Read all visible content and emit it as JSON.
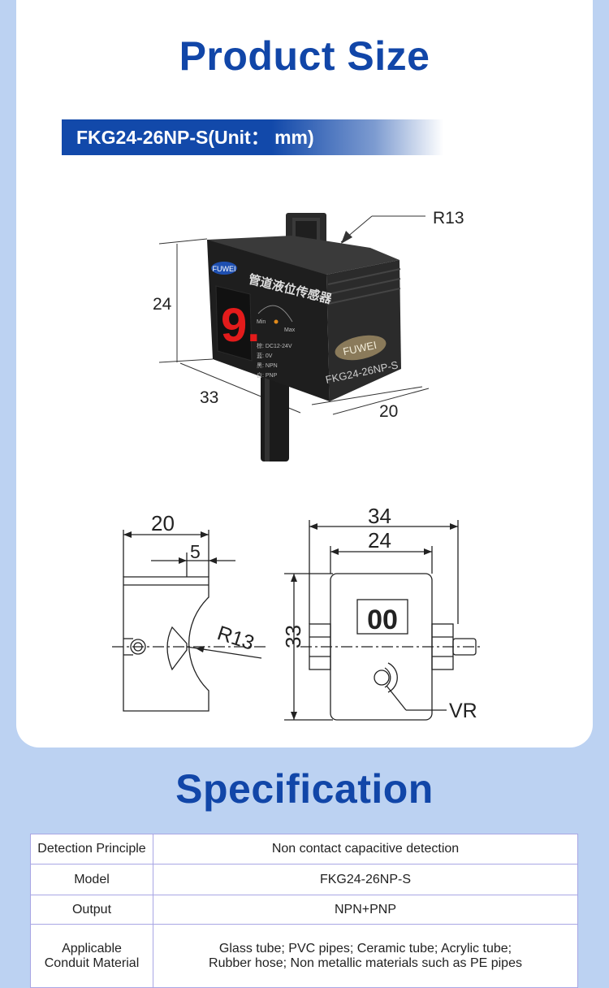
{
  "product_size": {
    "title": "Product Size",
    "model_banner": "FKG24-26NP-S(Unit： mm)"
  },
  "device": {
    "brand_badge": "FUWEI",
    "chinese_name": "管道液位传感器",
    "display_digit": "9.",
    "gauge_min": "Min",
    "gauge_max": "Max",
    "wiring": [
      "棕: DC12-24V",
      "蓝: 0V",
      "黑: NPN",
      "白: PNP"
    ],
    "side_logo": "FUWEI",
    "side_model": "FKG24-26NP-S"
  },
  "dimensions_3d": {
    "height": "24",
    "width": "33",
    "depth": "20",
    "radius": "R13"
  },
  "drawing_side": {
    "width": "20",
    "offset": "5",
    "radius": "R13"
  },
  "drawing_front": {
    "outer_width": "34",
    "inner_width": "24",
    "height": "33",
    "display": "00",
    "knob_label": "VR"
  },
  "specification": {
    "title": "Specification",
    "rows": [
      {
        "label": "Detection Principle",
        "value": "Non contact capacitive detection"
      },
      {
        "label": "Model",
        "value": "FKG24-26NP-S"
      },
      {
        "label": "Output",
        "value": "NPN+PNP"
      },
      {
        "label_lines": [
          "Applicable",
          "Conduit Material"
        ],
        "value_lines": [
          "Glass tube; PVC pipes; Ceramic tube; Acrylic tube;",
          "Rubber hose; Non metallic materials such as PE pipes"
        ]
      }
    ]
  }
}
